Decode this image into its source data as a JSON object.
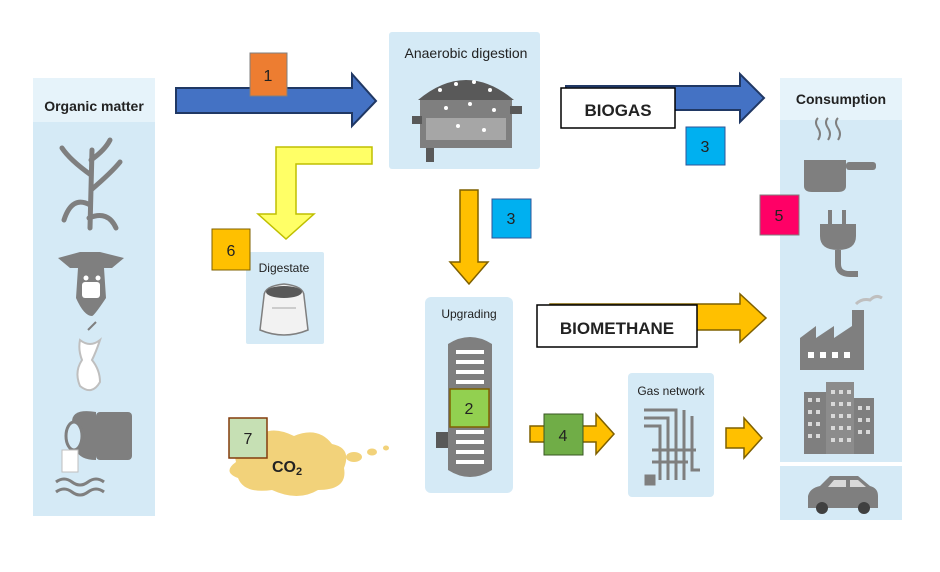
{
  "panels": {
    "organic_matter": "Organic matter",
    "anaerobic_digestion": "Anaerobic digestion",
    "consumption": "Consumption",
    "digestate": "Digestate",
    "upgrading": "Upgrading",
    "gas_network": "Gas network"
  },
  "flows": {
    "biogas": "BIOGAS",
    "biomethane": "BIOMETHANE",
    "co2_main": "CO",
    "co2_sub": "2"
  },
  "badges": [
    {
      "id": "1",
      "color": "#ED7D31"
    },
    {
      "id": "2",
      "color": "#92D050"
    },
    {
      "id": "3",
      "color": "#00B0F0"
    },
    {
      "id": "3",
      "color": "#00B0F0"
    },
    {
      "id": "4",
      "color": "#70AD47"
    },
    {
      "id": "5",
      "color": "#FF0066"
    },
    {
      "id": "6",
      "color": "#FFC000"
    },
    {
      "id": "7",
      "color": "#C6E0B4"
    }
  ],
  "icons": [
    "corn-plant-icon",
    "cow-icon",
    "apple-core-icon",
    "pipe-outflow-icon",
    "cooking-pot-icon",
    "electric-plug-icon",
    "factory-icon",
    "apartment-building-icon",
    "car-icon",
    "digester-tank-icon",
    "digestate-sack-icon",
    "upgrading-column-icon",
    "gas-network-pipes-icon"
  ],
  "colors": {
    "panel": "#D5EAF6",
    "panel_header": "#E6F3FA",
    "blue_arrow": "#4472C4",
    "yellow_arrow": "#FFC000",
    "light_yellow_arrow": "#FFFF66",
    "co2_cloud": "#F2D27A",
    "icon_gray": "#7F7F7F"
  }
}
